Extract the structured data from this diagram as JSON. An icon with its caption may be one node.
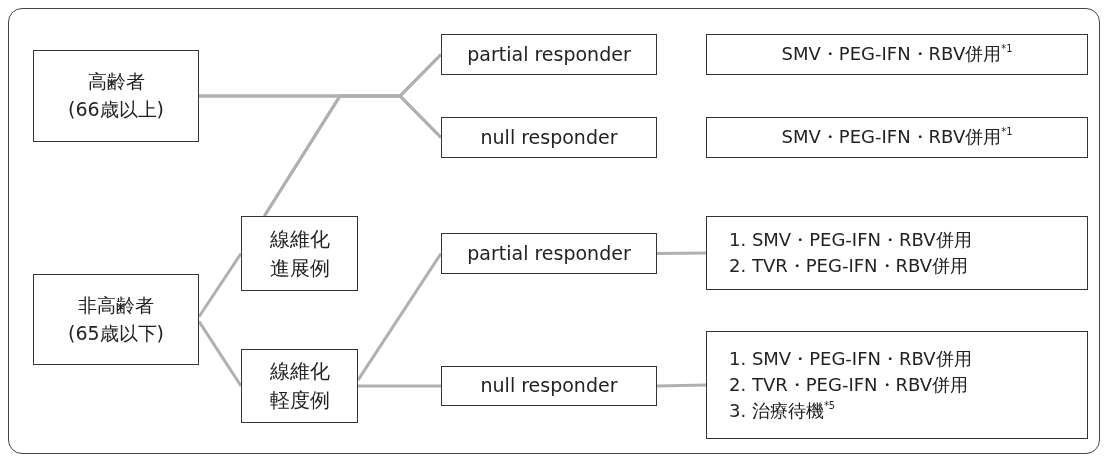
{
  "diagram": {
    "nodes": [
      {
        "text": [
          "高齢者",
          "(66歳以上)"
        ]
      },
      {
        "text": [
          "partial responder"
        ]
      },
      {
        "text": [
          "SMV・PEG-IFN・RBV併用$^{*1}$"
        ]
      },
      {
        "text": [
          "null responder"
        ]
      },
      {
        "text": [
          "SMV・PEG-IFN・RBV併用$^{*1}$"
        ]
      },
      {
        "text": [
          "線維化進展例"
        ]
      },
      {
        "text": [
          "非高齢者",
          "(65歳以下)"
        ]
      },
      {
        "text": [
          "partial responder"
        ]
      },
      {
        "text": [
          "1. SMV・PEG-IFN・RBV併用",
          "2. TVR・PEG-IFN・RBV併用"
        ]
      },
      {
        "text": [
          "線維化軽度例"
        ]
      },
      {
        "text": [
          "null responder"
        ]
      },
      {
        "text": [
          "1. SMV・PEG-IFN・RBV併用",
          "2. TVR・PEG-IFN・RBV併用",
          "3. 治療待機$^{*5}$"
        ]
      }
    ],
    "edges": [
      {
        "from": 0,
        "to": 1,
        "arrow": "none"
      },
      {
        "from": 0,
        "to": 3,
        "arrow": "none"
      },
      {
        "from": 5,
        "to": 1,
        "arrow": "none"
      },
      {
        "from": 5,
        "to": 3,
        "arrow": "none"
      },
      {
        "from": 6,
        "to": 5,
        "arrow": "none"
      },
      {
        "from": 6,
        "to": 9,
        "arrow": "none"
      },
      {
        "from": 9,
        "to": 7,
        "arrow": "none"
      },
      {
        "from": 9,
        "to": 10,
        "arrow": "none"
      },
      {
        "from": 7,
        "to": 8,
        "arrow": "none"
      },
      {
        "from": 10,
        "to": 11,
        "arrow": "none"
      }
    ]
  }
}
